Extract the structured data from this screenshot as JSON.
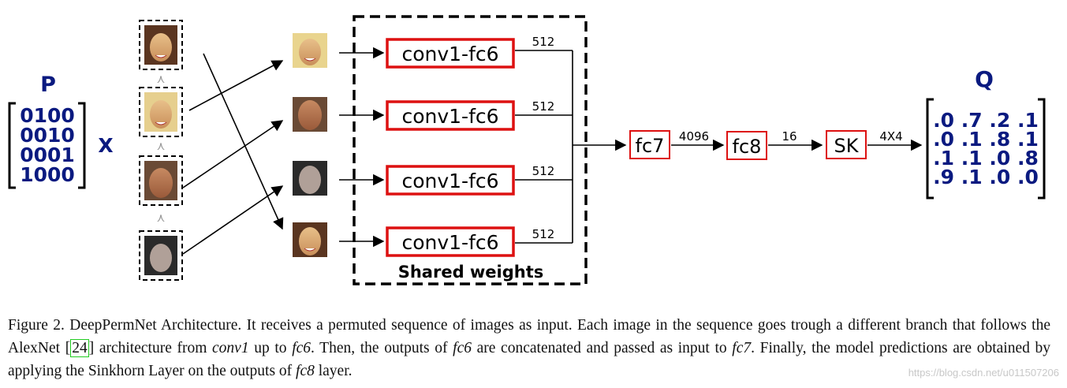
{
  "diagram": {
    "p_label": "P",
    "p_matrix": [
      "0100",
      "0010",
      "0001",
      "1000"
    ],
    "times": "X",
    "order_symbol": "⋏",
    "branch_label": "conv1-fc6",
    "branch_dim": "512",
    "shared_label": "Shared weights",
    "fc7": "fc7",
    "dim_4096": "4096",
    "fc8": "fc8",
    "dim_16": "16",
    "sk": "SK",
    "dim_4x4": "4X4",
    "q_label": "Q",
    "q_matrix": [
      ".0 .7 .2 .1",
      ".0 .1 .8 .1",
      ".1 .1 .0 .8",
      ".9 .1 .0 .0"
    ],
    "colors": {
      "navy": "#0a1a80",
      "red_box": "#dd1111",
      "line": "#000000",
      "ghost_text": "#c8c8c8"
    }
  },
  "caption": {
    "part1": "Figure 2. DeepPermNet Architecture.  It receives a permuted sequence of images as input.  Each image in the sequence goes trough a different branch that follows the AlexNet [",
    "cite": "24",
    "part2": "] architecture from ",
    "conv1": "conv1",
    "part3": " up to ",
    "fc6a": "fc6",
    "part4": ".  Then, the outputs of ",
    "fc6b": "fc6",
    "part5": " are concatenated and passed as input to ",
    "fc7": "fc7",
    "part6": ".  Finally, the model predictions are obtained by applying the Sinkhorn Layer on the outputs of ",
    "fc8": "fc8",
    "part7": " layer."
  },
  "watermark": "https://blog.csdn.net/u011507206"
}
